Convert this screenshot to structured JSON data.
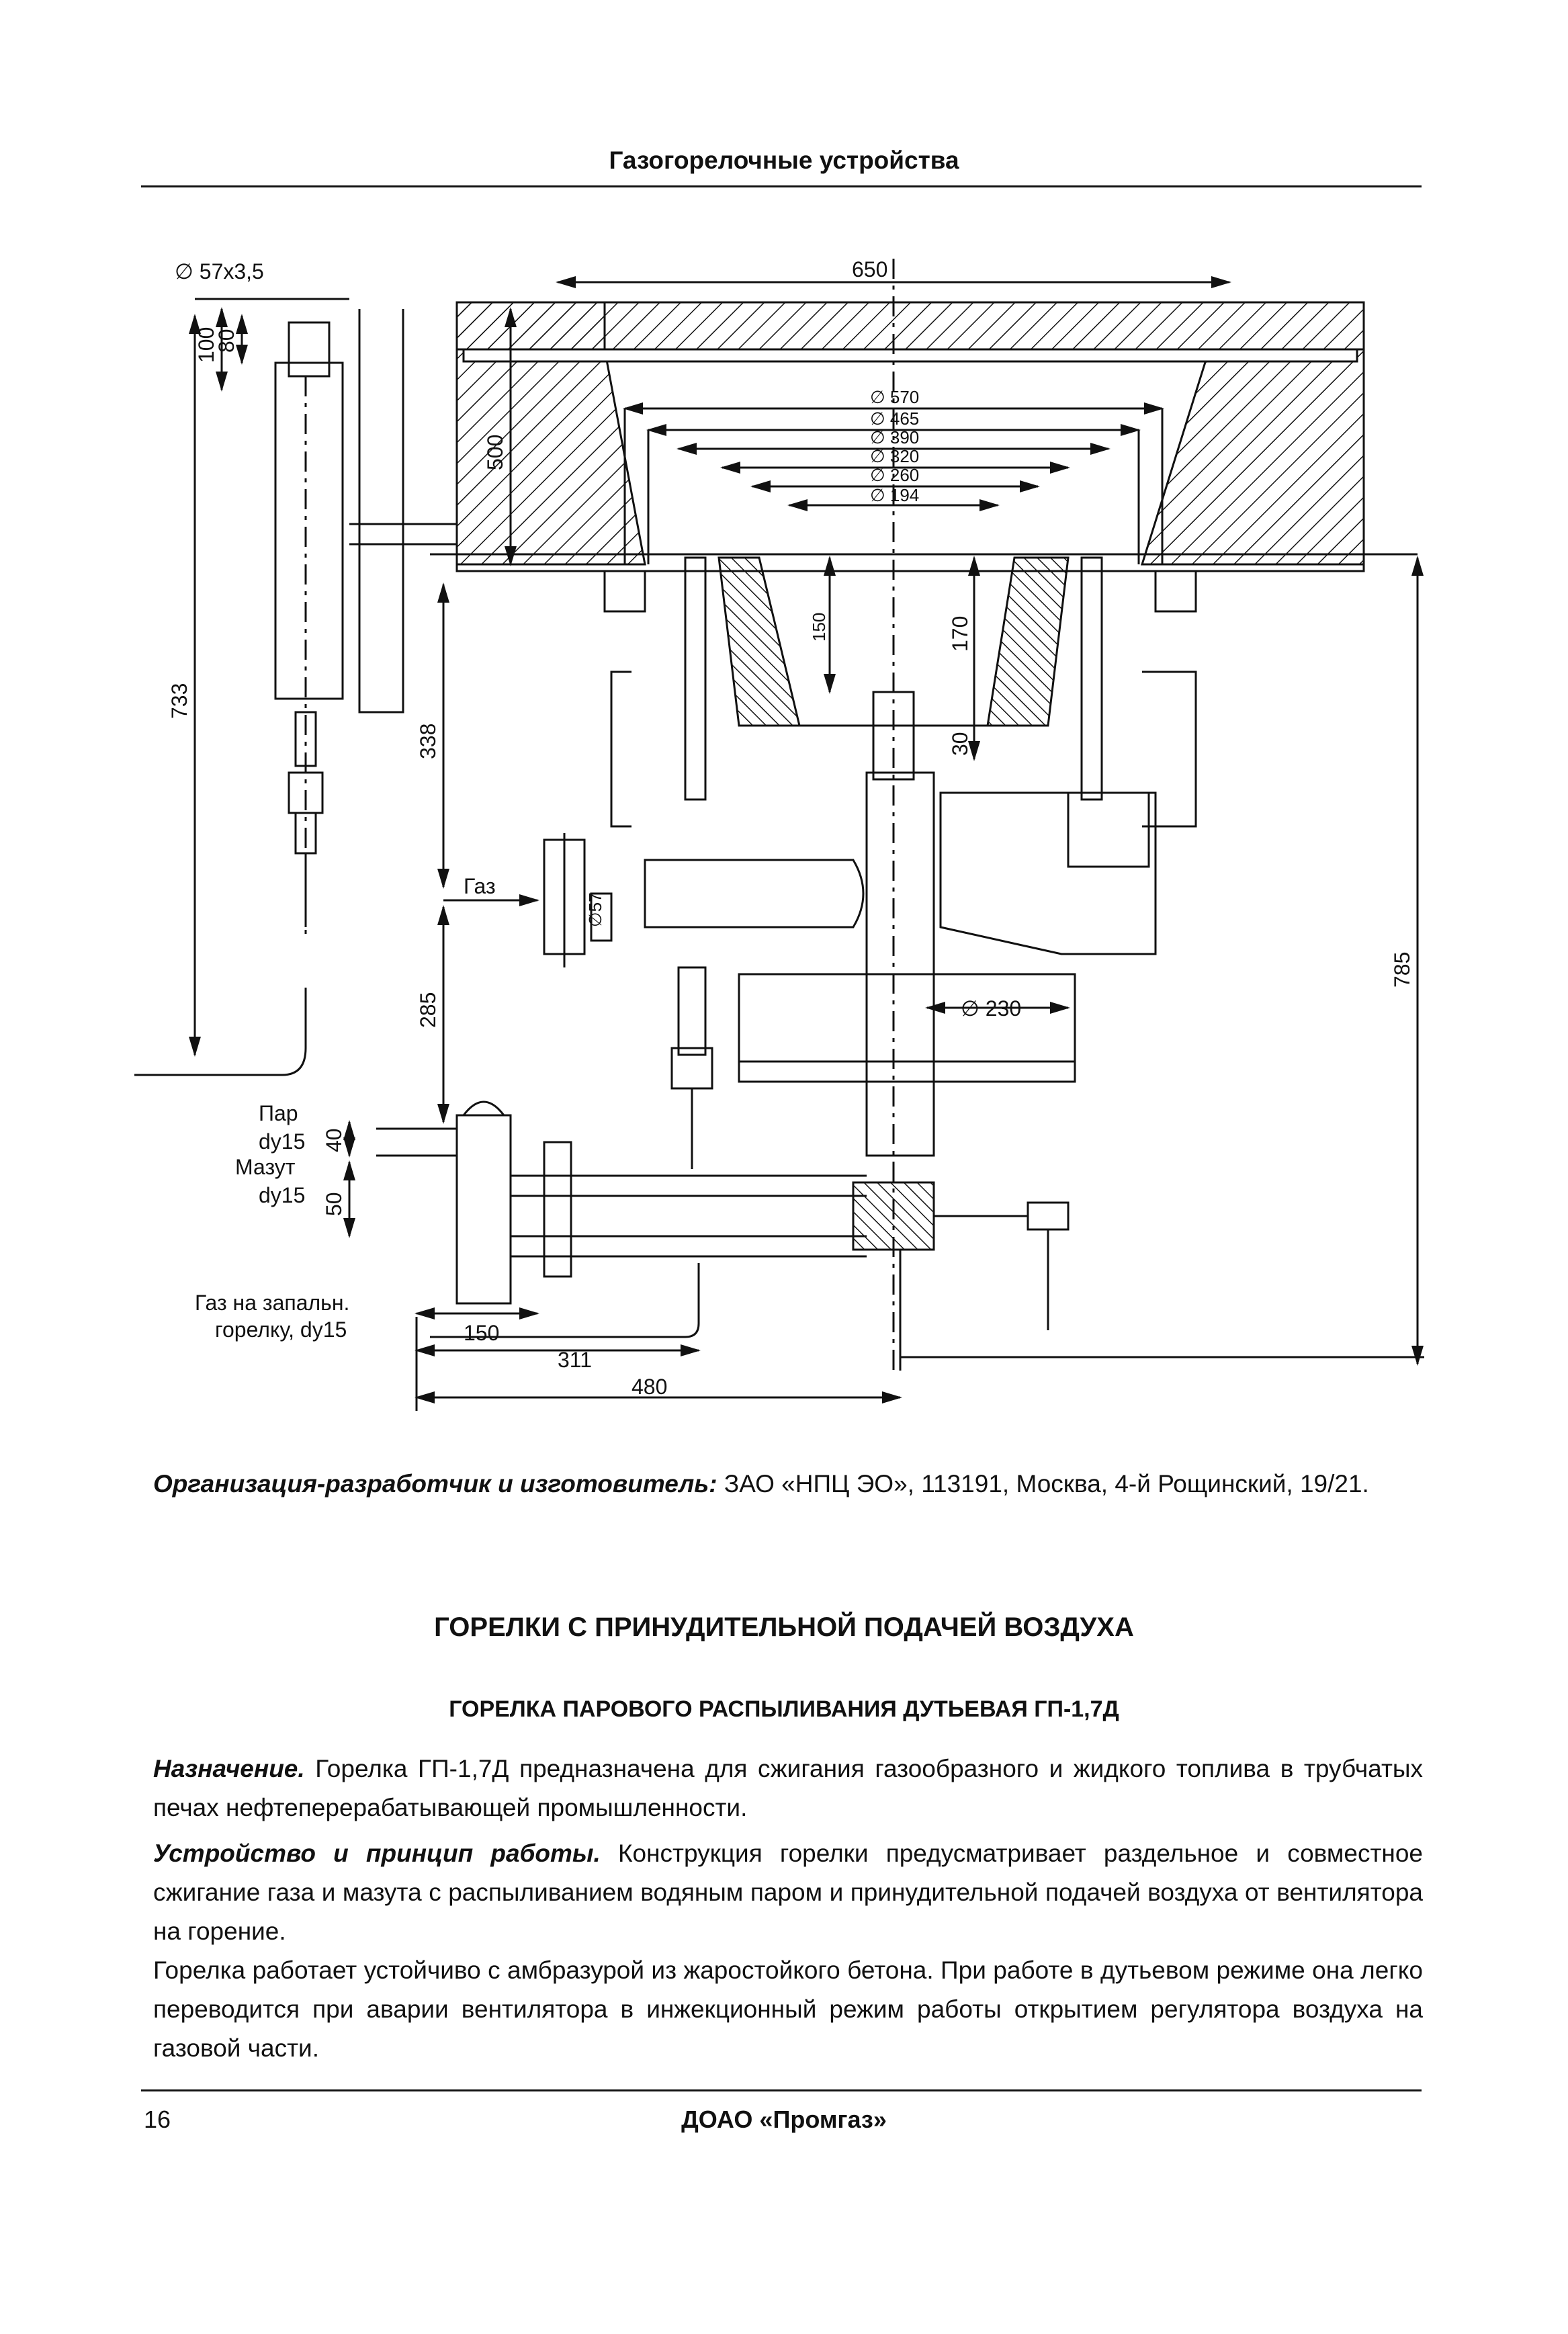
{
  "header": {
    "running_title": "Газогорелочные устройства"
  },
  "figure": {
    "labels": {
      "pipe_size": "∅ 57x3,5",
      "dim_650": "650",
      "dim_570": "∅ 570",
      "dim_465": "∅ 465",
      "dim_390": "∅ 390",
      "dim_320": "∅ 320",
      "dim_260": "∅ 260",
      "dim_194": "∅ 194",
      "dim_100": "100",
      "dim_80": "80",
      "dim_500": "500",
      "dim_733": "733",
      "dim_338": "338",
      "dim_150v": "150",
      "dim_170": "170",
      "dim_30": "30",
      "dim_57": "∅57",
      "dim_285": "285",
      "dim_230": "∅ 230",
      "dim_785": "785",
      "gas": "Газ",
      "steam": "Пар",
      "steam_dn": "dу15",
      "fuel_oil": "Мазут",
      "fuel_oil_dn": "dу15",
      "dim_40": "40",
      "dim_50": "50",
      "igniter_gas_1": "Газ на запальн.",
      "igniter_gas_2": "горелку, dу15",
      "dim_150h": "150",
      "dim_311": "311",
      "dim_480": "480"
    }
  },
  "developer": {
    "label": "Организация-разработчик и изготовитель:",
    "text": " ЗАО «НПЦ ЭО», 113191, Москва, 4-й Рощинский, 19/21."
  },
  "section": {
    "heading": "ГОРЕЛКИ С ПРИНУДИТЕЛЬНОЙ ПОДАЧЕЙ ВОЗДУХА",
    "subheading": "ГОРЕЛКА ПАРОВОГО РАСПЫЛИВАНИЯ ДУТЬЕВАЯ ГП-1,7Д"
  },
  "purpose": {
    "label": "Назначение.",
    "text": " Горелка ГП-1,7Д предназначена для сжигания газообразного и жидкого топлива в трубчатых печах нефтеперерабатывающей промышленности."
  },
  "design": {
    "label": "Устройство и принцип работы.",
    "text": " Конструкция горелки предусматривает раздельное и совместное сжигание газа и мазута с распыливанием водяным паром и принудительной подачей воздуха от вентилятора на горение.",
    "text2": "Горелка работает устойчиво с амбразурой из жаростойкого бетона. При работе в дутьевом режиме она легко переводится при аварии вентилятора в инжекционный режим работы открытием регулятора воздуха на газовой части."
  },
  "footer": {
    "page_number": "16",
    "publisher": "ДОАО «Промгаз»"
  }
}
